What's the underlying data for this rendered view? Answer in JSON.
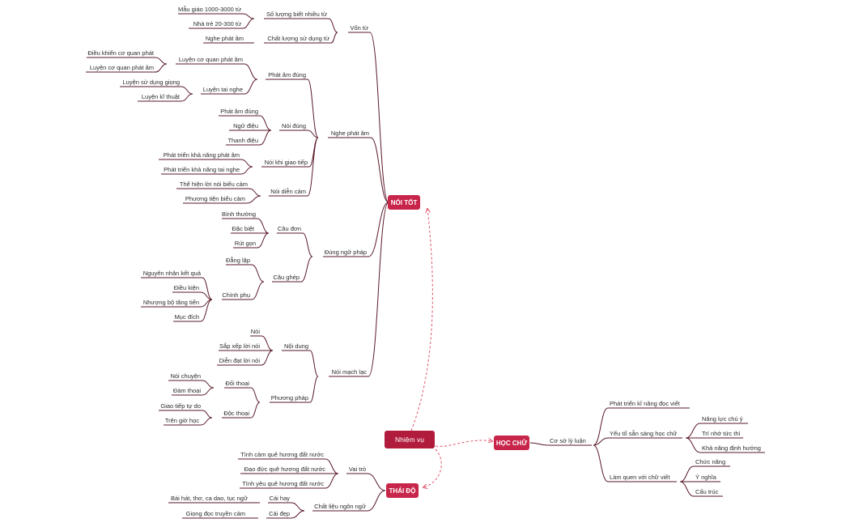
{
  "center": "Nhiệm vụ",
  "noi_tot": {
    "label": "NÓI TỐT",
    "von_tu": {
      "label": "Vốn từ",
      "so_luong": {
        "label": "Số lượng biết nhiều từ",
        "items": [
          "Mẫu giáo 1000-3000 từ",
          "Nhà trẻ 20-300 từ"
        ]
      },
      "chat_luong": {
        "label": "Chất lượng sử dụng từ",
        "items": [
          "Nghe phát âm"
        ]
      }
    },
    "nghe_phat_am": {
      "label": "Nghe phát âm",
      "phat_am_dung": {
        "label": "Phát âm đúng",
        "luyen_co_quan": {
          "label": "Luyện cơ quan phát âm",
          "items": [
            "Điều khiển cơ quan phát",
            "Luyện cơ quan phát âm"
          ]
        },
        "luyen_tai_nghe": {
          "label": "Luyện tai nghe",
          "items": [
            "Luyện sử dụng giọng",
            "Luyện kĩ thuật"
          ]
        }
      },
      "noi_dung": {
        "label": "Nói đúng",
        "items": [
          "Phát âm đúng",
          "Ngữ điệu",
          "Thanh điệu"
        ]
      },
      "noi_khi_giao_tiep": {
        "label": "Nói khi giao tiếp",
        "items": [
          "Phát triển khả năng phát âm",
          "Phát triển khả năng tai nghe"
        ]
      },
      "noi_dien_cam": {
        "label": "Nói diễn cảm",
        "items": [
          "Thể hiện lời nói biểu cảm",
          "Phương tiện biểu cảm"
        ]
      }
    },
    "dung_ngu_phap": {
      "label": "Đúng ngữ pháp",
      "cau_don": {
        "label": "Câu đơn",
        "items": [
          "Bình thường",
          "Đặc biệt",
          "Rút gọn"
        ]
      },
      "cau_ghep": {
        "label": "Câu ghép",
        "dang_lap": "Đẳng lập",
        "chinh_phu": {
          "label": "Chính phụ",
          "items": [
            "Nguyên nhân kết quả",
            "Điều kiện",
            "Nhượng bộ tăng tiến",
            "Mục đích"
          ]
        }
      }
    },
    "noi_mach_lac": {
      "label": "Nói mạch lạc",
      "noi_dung_block": {
        "label": "Nội dung",
        "items": [
          "Nói",
          "Sắp xếp lời nói",
          "Diễn đạt lời nói"
        ]
      },
      "phuong_phap": {
        "label": "Phương pháp",
        "doi_thoai": {
          "label": "Đối thoại",
          "items": [
            "Nói chuyện",
            "Đàm thoại"
          ]
        },
        "doc_thoai": {
          "label": "Độc thoại",
          "items": [
            "Giao tiếp tự do",
            "Trên giờ học"
          ]
        }
      }
    }
  },
  "thai_do": {
    "label": "THÁI ĐỘ",
    "vai_tro": {
      "label": "Vai trò",
      "items": [
        "Tình cảm quê hương đất nước",
        "Đạo đức quê hương đất nước",
        "Tình yêu quê hương đất nước"
      ]
    },
    "chat_lieu": {
      "label": "Chất liệu ngôn ngữ",
      "cai_hay": {
        "label": "Cái hay",
        "items": [
          "Bài hát, thơ, ca dao, tục ngữ"
        ]
      },
      "cai_dep": {
        "label": "Cái đẹp",
        "items": [
          "Giọng đọc truyền cảm"
        ]
      }
    }
  },
  "hoc_chu": {
    "label": "HỌC CHỮ",
    "co_so": {
      "label": "Cơ sở lý luận",
      "phat_trien": "Phát triển kĩ năng đọc viết",
      "yeu_to": {
        "label": "Yếu tố sẵn sàng học chữ",
        "items": [
          "Năng lực chú ý",
          "Trí nhớ tức thì",
          "Khả năng định hướng"
        ]
      },
      "lam_quen": {
        "label": "Làm quen với chữ viết",
        "items": [
          "Chức năng",
          "Ý nghĩa",
          "Cấu trúc"
        ]
      }
    }
  },
  "colors": {
    "hub": "#c8254a",
    "center": "#b11c3c",
    "line": "#5a1a2a",
    "dash": "#e0566e"
  }
}
